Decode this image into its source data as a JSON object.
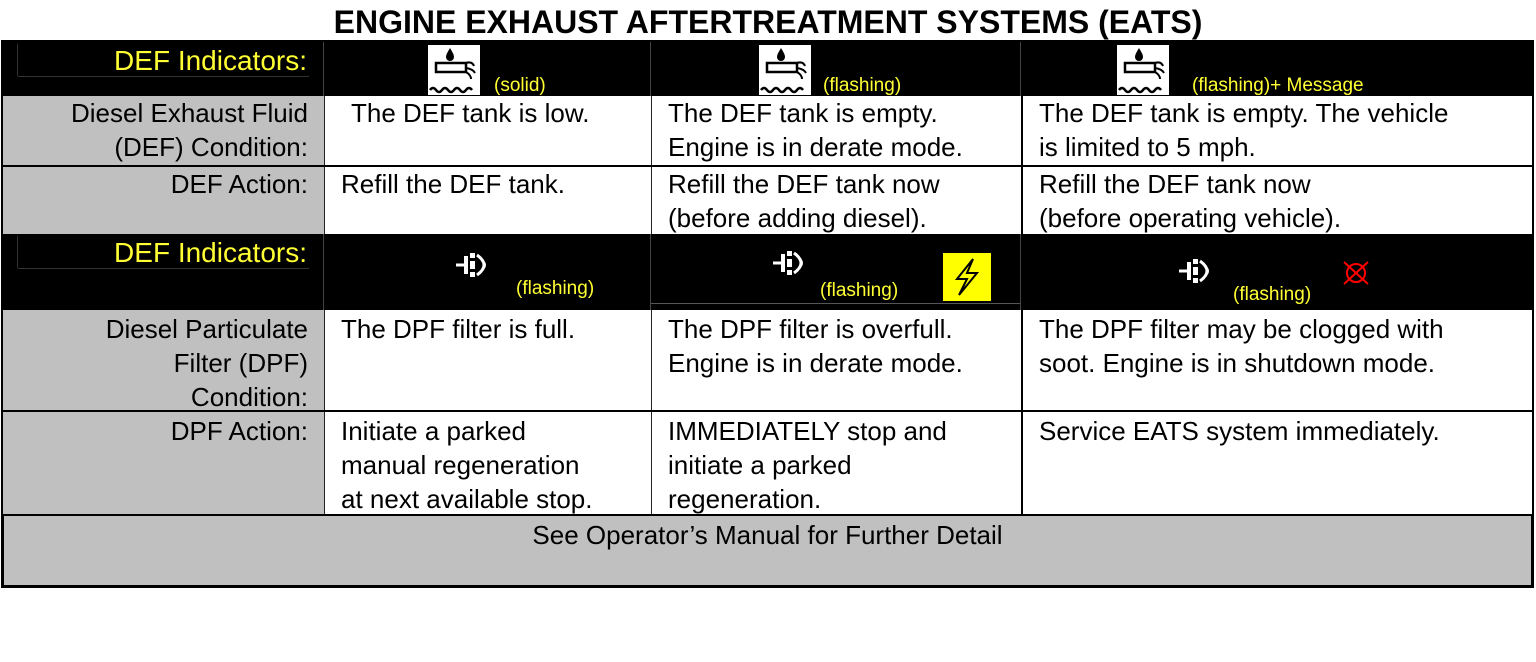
{
  "title": "ENGINE EXHAUST AFTERTREATMENT SYSTEMS (EATS)",
  "def": {
    "indicators_label": "DEF Indicators:",
    "captions": [
      "(solid)",
      "(flashing)",
      "(flashing)+ Message"
    ],
    "condition_label": [
      "Diesel Exhaust Fluid",
      "(DEF) Condition:"
    ],
    "conditions": [
      [
        "The DEF tank is low.",
        ""
      ],
      [
        "The DEF tank is empty.",
        "Engine is in derate mode."
      ],
      [
        "The DEF tank is empty.  The vehicle",
        "is limited to 5 mph."
      ]
    ],
    "action_label": "DEF Action:",
    "actions": [
      [
        "Refill the DEF tank.",
        ""
      ],
      [
        "Refill the DEF tank now",
        "(before adding diesel)."
      ],
      [
        "Refill the DEF tank now",
        "(before operating vehicle)."
      ]
    ]
  },
  "dpf": {
    "indicators_label": "DEF Indicators:",
    "captions": [
      "(flashing)",
      "(flashing)",
      "(flashing)"
    ],
    "condition_label": [
      "Diesel Particulate",
      "Filter (DPF)",
      "Condition:"
    ],
    "conditions": [
      [
        "The DPF filter is full.",
        ""
      ],
      [
        "The DPF filter is overfull.",
        "Engine is in derate mode."
      ],
      [
        "The DPF filter may be clogged with",
        "soot.  Engine is in shutdown mode."
      ]
    ],
    "action_label": "DPF Action:",
    "actions": [
      [
        "Initiate a parked",
        "manual regeneration",
        "at next available stop."
      ],
      [
        "IMMEDIATELY stop and",
        "initiate a parked",
        "regeneration."
      ],
      [
        "Service EATS system immediately.",
        "",
        ""
      ]
    ]
  },
  "footer": "See Operator’s Manual for Further Detail",
  "icons": {
    "def_icon": "def-fluid-icon",
    "dpf_icon": "dpf-filter-icon",
    "high_temp": "lightning-warning-icon",
    "regen_disabled": "regen-disabled-icon"
  },
  "colors": {
    "label_yellow": "#ffff33",
    "grey_fill": "#c0c0c0",
    "warning_yellow": "#ffff00",
    "disabled_red": "#ff0000"
  }
}
